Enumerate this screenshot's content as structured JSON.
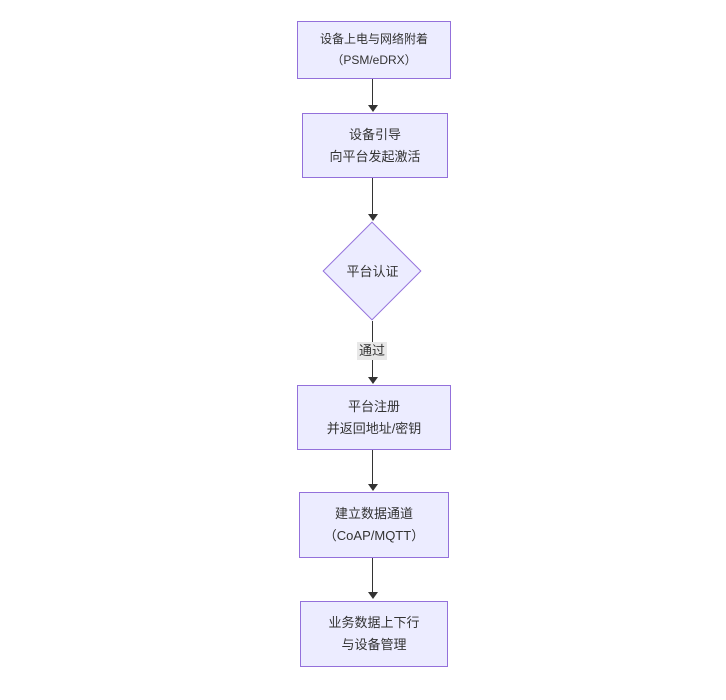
{
  "diagram": {
    "type": "flowchart-vertical",
    "colors": {
      "node_fill": "#ECECFF",
      "node_border": "#9370DB",
      "node_text": "#333333",
      "edge_line": "#333333",
      "edge_label_bg": "#e8e8e8",
      "background": "#ffffff"
    },
    "nodes": [
      {
        "id": "power-attach",
        "shape": "rect",
        "lines": [
          "设备上电与网络附着",
          "（PSM/eDRX）"
        ]
      },
      {
        "id": "bootstrap",
        "shape": "rect",
        "lines": [
          "设备引导",
          "向平台发起激活"
        ]
      },
      {
        "id": "auth",
        "shape": "diamond",
        "lines": [
          "平台认证"
        ]
      },
      {
        "id": "register",
        "shape": "rect",
        "lines": [
          "平台注册",
          "并返回地址/密钥"
        ]
      },
      {
        "id": "data-channel",
        "shape": "rect",
        "lines": [
          "建立数据通道",
          "（CoAP/MQTT）"
        ]
      },
      {
        "id": "business",
        "shape": "rect",
        "lines": [
          "业务数据上下行",
          "与设备管理"
        ]
      }
    ],
    "edges": [
      {
        "from": "power-attach",
        "to": "bootstrap",
        "label": ""
      },
      {
        "from": "bootstrap",
        "to": "auth",
        "label": ""
      },
      {
        "from": "auth",
        "to": "register",
        "label": "通过"
      },
      {
        "from": "register",
        "to": "data-channel",
        "label": ""
      },
      {
        "from": "data-channel",
        "to": "business",
        "label": ""
      }
    ]
  }
}
